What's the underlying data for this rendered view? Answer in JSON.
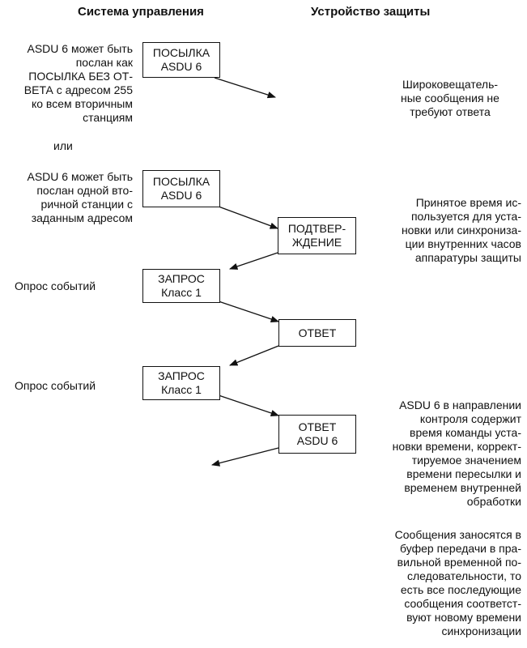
{
  "headers": {
    "left": "Система управления",
    "right": "Устройство защиты"
  },
  "left_notes": {
    "broadcast": "ASDU 6 может быть\nпослан как\nПОСЫЛКА БЕЗ ОТ-\nВЕТА с адресом 255\nко всем вторичным\nстанциям",
    "or": "или",
    "addressed": "ASDU 6 может быть\nпослан одной вто-\nричной станции с\nзаданным адресом",
    "poll1": "Опрос событий",
    "poll2": "Опрос событий"
  },
  "boxes": {
    "send1": "ПОСЫЛКА\nASDU 6",
    "send2": "ПОСЫЛКА\nASDU 6",
    "confirm": "ПОДТВЕР-\nЖДЕНИЕ",
    "request1": "ЗАПРОС\nКласс 1",
    "reply1": "ОТВЕТ",
    "request2": "ЗАПРОС\nКласс 1",
    "reply2": "ОТВЕТ\nASDU 6"
  },
  "right_notes": {
    "no_reply": "Широковещатель-\nные сообщения не\nтребуют ответа",
    "time_used": "Принятое время ис-\nпользуется для уста-\nновки или синхрониза-\nции внутренних часов\nаппаратуры защиты",
    "asdu_direction": "ASDU 6 в направлении\nконтроля содержит\nвремя команды уста-\nновки времени, коррект-\nтируемое значением\nвремени пересылки и\nвременем внутренней\nобработки",
    "buffer": "Сообщения заносятся в\nбуфер передачи в пра-\nвильной временной по-\nследовательности, то\nесть все последующие\nсообщения соответст-\nвуют новому времени\nсинхронизации"
  }
}
